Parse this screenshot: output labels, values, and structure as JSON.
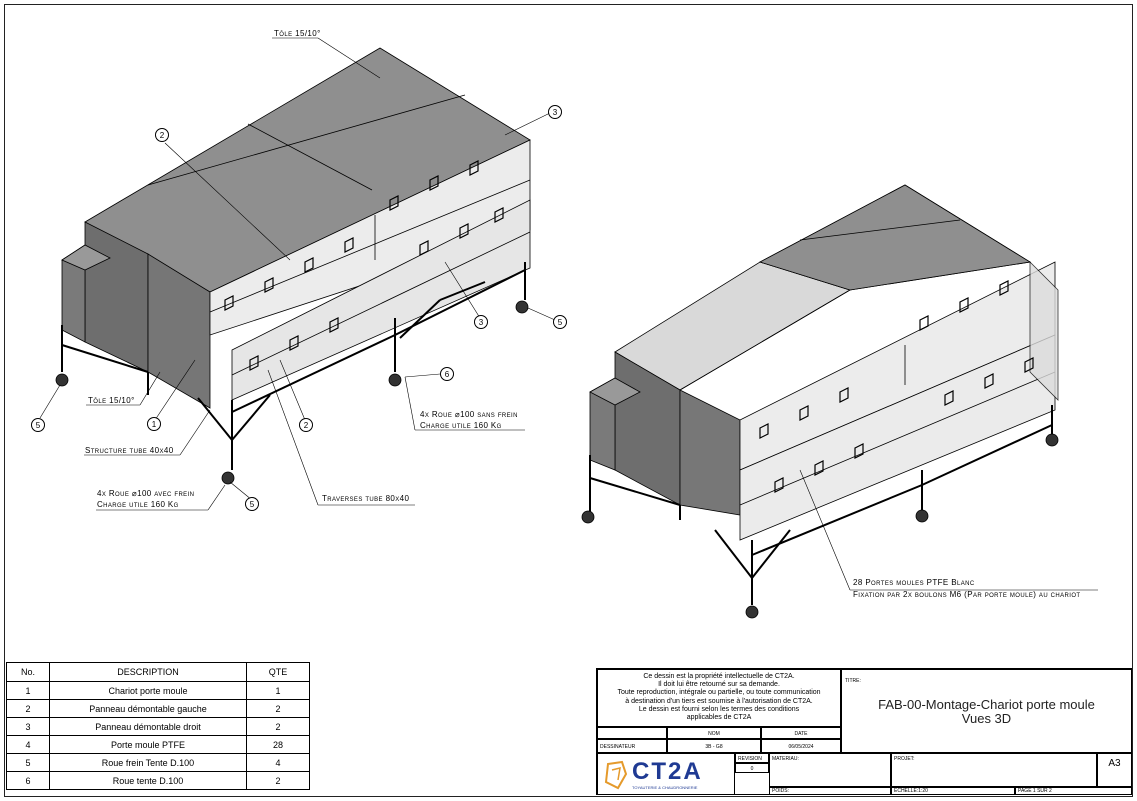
{
  "annotations": {
    "tole_top": "Tôle 15/10°",
    "tole_side": "Tôle 15/10°",
    "structure": "Structure tube 40x40",
    "roue_frein_line1": "4x Roue ⌀100 avec frein",
    "roue_frein_line2": "Charge utile 160 Kg",
    "roue_sans_line1": "4x Roue ⌀100 sans frein",
    "roue_sans_line2": "Charge utile 160 Kg",
    "traverses": "Traverses tube 80x40",
    "portes_line1": "28 Portes moules PTFE Blanc",
    "portes_line2": "Fixation par 2x boulons M6 (Par porte moule) au chariot"
  },
  "callouts": {
    "c1": "1",
    "c2a": "2",
    "c2b": "2",
    "c3a": "3",
    "c3b": "3",
    "c5a": "5",
    "c5b": "5",
    "c5c": "5",
    "c6": "6"
  },
  "bom": {
    "headers": [
      "No.",
      "DESCRIPTION",
      "QTE"
    ],
    "rows": [
      {
        "no": "1",
        "desc": "Chariot porte moule",
        "qte": "1"
      },
      {
        "no": "2",
        "desc": "Panneau démontable gauche",
        "qte": "2"
      },
      {
        "no": "3",
        "desc": "Panneau démontable droit",
        "qte": "2"
      },
      {
        "no": "4",
        "desc": "Porte moule PTFE",
        "qte": "28"
      },
      {
        "no": "5",
        "desc": "Roue frein Tente D.100",
        "qte": "4"
      },
      {
        "no": "6",
        "desc": "Roue tente D.100",
        "qte": "2"
      }
    ]
  },
  "title_block": {
    "notice": [
      "Ce dessin est la propriété intellectuelle de CT2A.",
      "Il doit lui être retourné sur sa demande.",
      "Toute reproduction, intégrale ou partielle, ou toute communication",
      "à destination d'un tiers est soumise à l'autorisation de CT2A.",
      "Le dessin est fourni selon les termes des conditions",
      "applicables de CT2A"
    ],
    "titre_label": "TITRE:",
    "title_line1": "FAB-00-Montage-Chariot porte moule",
    "title_line2": "Vues 3D",
    "nom_label": "NOM",
    "date_label": "DATE",
    "dessinateur_label": "DESSINATEUR",
    "dessinateur_nom": "3B - G8",
    "dessinateur_date": "06/05/2024",
    "revision_label": "REVISION",
    "revision_value": "0",
    "materiau_label": "MATERIAU:",
    "projet_label": "PROJET:",
    "format": "A3",
    "poids_label": "POIDS:",
    "echelle_label": "ECHELLE:1:20",
    "page_label": "PAGE 1 SUR 2",
    "logo": "CT2A",
    "logo_sub": "TOYAUTERIE & CHAUDRONNERIE"
  },
  "colors": {
    "panel_top": "#8f8f8f",
    "panel_side": "#6e6e6e",
    "panel_front": "#7c7c7c",
    "glass": "#e4e4e4",
    "logo_blue": "#1f3a93",
    "logo_orange": "#e59a2b"
  }
}
